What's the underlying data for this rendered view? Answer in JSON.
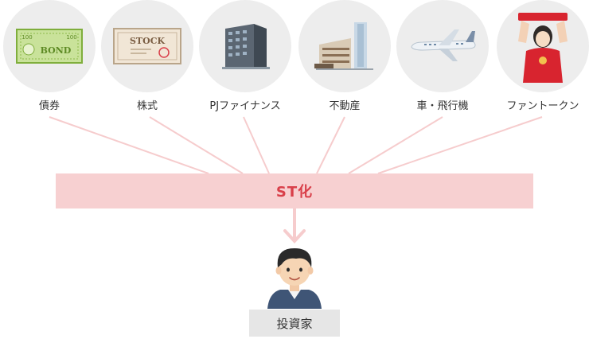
{
  "assets": [
    {
      "label": "債券",
      "icon": "bond-certificate-icon"
    },
    {
      "label": "株式",
      "icon": "stock-certificate-icon"
    },
    {
      "label": "PJファイナンス",
      "icon": "office-building-icon"
    },
    {
      "label": "不動産",
      "icon": "real-estate-buildings-icon"
    },
    {
      "label": "車・飛行機",
      "icon": "airplane-icon"
    },
    {
      "label": "ファントークン",
      "icon": "fan-supporter-icon"
    }
  ],
  "certificate_text": {
    "bond": "BOND",
    "stock": "STOCK",
    "bond_value": "100"
  },
  "process": {
    "label": "ST化"
  },
  "investor": {
    "label": "投資家",
    "icon": "investor-person-icon"
  },
  "colors": {
    "circle": "#ededed",
    "band": "#f7d0d1",
    "band_text": "#d9404a",
    "connector": "#f6cccd",
    "label_box": "#e6e6e6"
  }
}
